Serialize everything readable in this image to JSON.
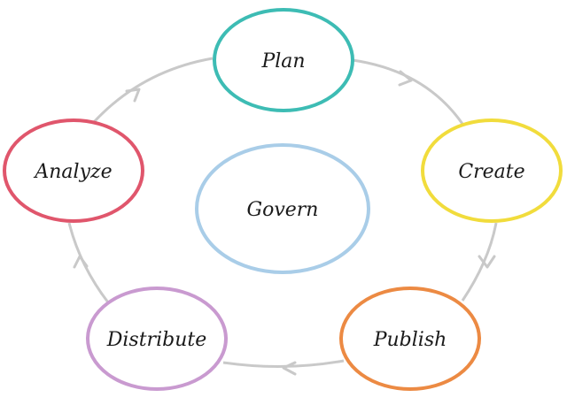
{
  "nodes": {
    "plan": {
      "label": "Plan",
      "color": "#3dbcb4"
    },
    "create": {
      "label": "Create",
      "color": "#f1dc3c"
    },
    "publish": {
      "label": "Publish",
      "color": "#ec8a43"
    },
    "distribute": {
      "label": "Distribute",
      "color": "#c99ad0"
    },
    "analyze": {
      "label": "Analyze",
      "color": "#e0566c"
    },
    "govern": {
      "label": "Govern",
      "color": "#a9cde8"
    }
  },
  "edge_color": "#c9c9c9"
}
